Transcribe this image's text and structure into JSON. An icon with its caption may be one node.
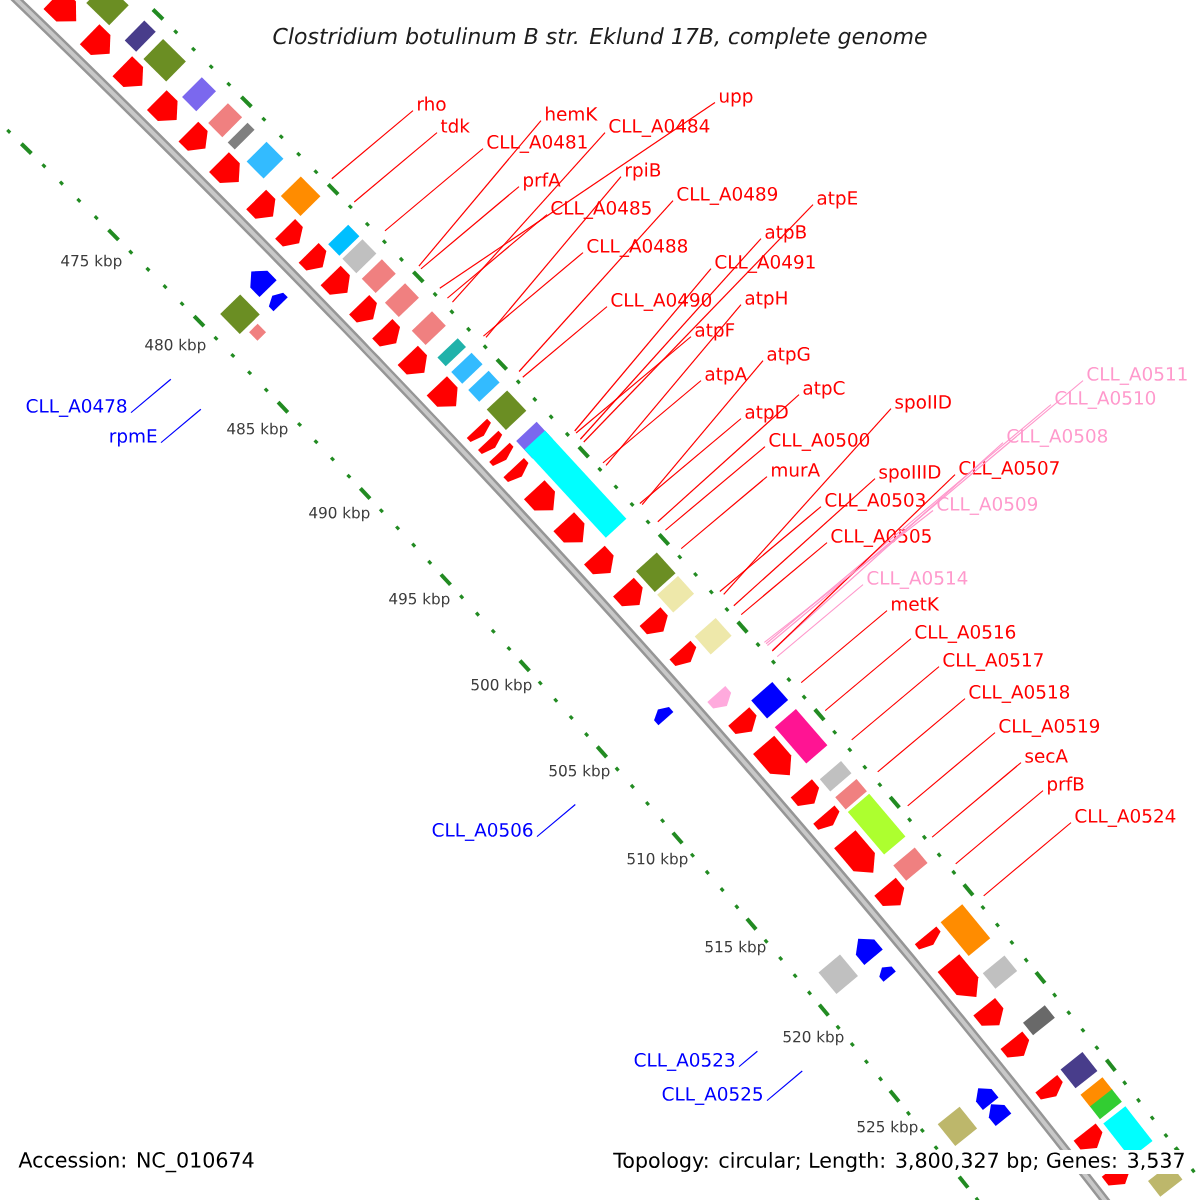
{
  "diagram": {
    "title": "Clostridium botulinum B str. Eklund 17B, complete genome",
    "nodes": [
      {
        "text": [
          "upp"
        ]
      },
      {
        "text": [
          "rho"
        ]
      },
      {
        "text": [
          "hemK"
        ]
      },
      {
        "text": [
          "tdk"
        ]
      },
      {
        "text": [
          "CLL_A0484"
        ]
      },
      {
        "text": [
          "CLL_A0481"
        ]
      },
      {
        "text": [
          "rpiB"
        ]
      },
      {
        "text": [
          "prfA"
        ]
      },
      {
        "text": [
          "CLL_A0489"
        ]
      },
      {
        "text": [
          "atpE"
        ]
      },
      {
        "text": [
          "CLL_A0485"
        ]
      },
      {
        "text": [
          "atpB"
        ]
      },
      {
        "text": [
          "CLL_A0488"
        ]
      },
      {
        "text": [
          "CLL_A0491"
        ]
      },
      {
        "text": [
          "atpH"
        ]
      },
      {
        "text": [
          "CLL_A0490"
        ]
      },
      {
        "text": [
          "atpF"
        ]
      },
      {
        "text": [
          "atpG"
        ]
      },
      {
        "text": [
          "CLL_A0511"
        ]
      },
      {
        "text": [
          "atpA"
        ]
      },
      {
        "text": [
          "atpC"
        ]
      },
      {
        "text": [
          "CLL_A0510"
        ]
      },
      {
        "text": [
          "spoIID"
        ]
      },
      {
        "text": [
          "CLL_A0478"
        ]
      },
      {
        "text": [
          "atpD"
        ]
      },
      {
        "text": [
          "CLL_A0508"
        ]
      },
      {
        "text": [
          "rpmE"
        ]
      },
      {
        "text": [
          "CLL_A0500"
        ]
      },
      {
        "text": [
          "CLL_A0507"
        ]
      },
      {
        "text": [
          "murA"
        ]
      },
      {
        "text": [
          "spoIIID"
        ]
      },
      {
        "text": [
          "CLL_A0503"
        ]
      },
      {
        "text": [
          "CLL_A0509"
        ]
      },
      {
        "text": [
          "CLL_A0505"
        ]
      },
      {
        "text": [
          "CLL_A0514"
        ]
      },
      {
        "text": [
          "metK"
        ]
      },
      {
        "text": [
          "CLL_A0516"
        ]
      },
      {
        "text": [
          "CLL_A0517"
        ]
      },
      {
        "text": [
          "CLL_A0518"
        ]
      },
      {
        "text": [
          "CLL_A0519"
        ]
      },
      {
        "text": [
          "secA"
        ]
      },
      {
        "text": [
          "prfB"
        ]
      },
      {
        "text": [
          "CLL_A0524"
        ]
      },
      {
        "text": [
          "CLL_A0506"
        ]
      },
      {
        "text": [
          "CLL_A0523"
        ]
      },
      {
        "text": [
          "CLL_A0525"
        ]
      }
    ],
    "edges": [
      {
        "from": 0,
        "to": null,
        "arrow": "none"
      },
      {
        "from": 1,
        "to": null,
        "arrow": "none"
      },
      {
        "from": 2,
        "to": null,
        "arrow": "none"
      },
      {
        "from": 3,
        "to": null,
        "arrow": "none"
      },
      {
        "from": 4,
        "to": null,
        "arrow": "none"
      },
      {
        "from": 5,
        "to": null,
        "arrow": "none"
      },
      {
        "from": 6,
        "to": null,
        "arrow": "none"
      },
      {
        "from": 7,
        "to": null,
        "arrow": "none"
      },
      {
        "from": 8,
        "to": null,
        "arrow": "none"
      },
      {
        "from": 9,
        "to": null,
        "arrow": "none"
      },
      {
        "from": 10,
        "to": null,
        "arrow": "none"
      },
      {
        "from": 11,
        "to": null,
        "arrow": "none"
      },
      {
        "from": 12,
        "to": null,
        "arrow": "none"
      },
      {
        "from": 13,
        "to": null,
        "arrow": "none"
      },
      {
        "from": 14,
        "to": null,
        "arrow": "none"
      },
      {
        "from": 15,
        "to": null,
        "arrow": "none"
      },
      {
        "from": 16,
        "to": null,
        "arrow": "none"
      },
      {
        "from": 17,
        "to": null,
        "arrow": "none"
      },
      {
        "from": 18,
        "to": null,
        "arrow": "none",
        "color": "#ff99cc"
      },
      {
        "from": 19,
        "to": null,
        "arrow": "none"
      },
      {
        "from": 20,
        "to": null,
        "arrow": "none"
      },
      {
        "from": 21,
        "to": null,
        "arrow": "none",
        "color": "#ff99cc"
      },
      {
        "from": 22,
        "to": null,
        "arrow": "none"
      },
      {
        "from": 23,
        "to": null,
        "arrow": "none",
        "color": "#0000ff"
      },
      {
        "from": 24,
        "to": null,
        "arrow": "none"
      },
      {
        "from": 25,
        "to": null,
        "arrow": "none",
        "color": "#ff99cc"
      },
      {
        "from": 26,
        "to": null,
        "arrow": "none",
        "color": "#0000ff"
      },
      {
        "from": 27,
        "to": null,
        "arrow": "none"
      },
      {
        "from": 28,
        "to": null,
        "arrow": "none"
      },
      {
        "from": 29,
        "to": null,
        "arrow": "none"
      },
      {
        "from": 30,
        "to": null,
        "arrow": "none"
      },
      {
        "from": 31,
        "to": null,
        "arrow": "none"
      },
      {
        "from": 32,
        "to": null,
        "arrow": "none",
        "color": "#ff99cc"
      },
      {
        "from": 33,
        "to": null,
        "arrow": "none"
      },
      {
        "from": 34,
        "to": null,
        "arrow": "none",
        "color": "#ff99cc"
      },
      {
        "from": 35,
        "to": null,
        "arrow": "none"
      },
      {
        "from": 36,
        "to": null,
        "arrow": "none"
      },
      {
        "from": 37,
        "to": null,
        "arrow": "none"
      },
      {
        "from": 38,
        "to": null,
        "arrow": "none"
      },
      {
        "from": 39,
        "to": null,
        "arrow": "none"
      },
      {
        "from": 40,
        "to": null,
        "arrow": "none"
      },
      {
        "from": 41,
        "to": null,
        "arrow": "none"
      },
      {
        "from": 42,
        "to": null,
        "arrow": "none"
      },
      {
        "from": 43,
        "to": null,
        "arrow": "none",
        "color": "#0000ff"
      },
      {
        "from": 44,
        "to": null,
        "arrow": "none",
        "color": "#0000ff"
      },
      {
        "from": 45,
        "to": null,
        "arrow": "none",
        "color": "#0000ff"
      }
    ],
    "labels": [
      "475 kbp",
      "480 kbp",
      "485 kbp",
      "490 kbp",
      "495 kbp",
      "500 kbp",
      "505 kbp",
      "510 kbp",
      "515 kbp",
      "520 kbp",
      "525 kbp",
      "Accession: NC_010674",
      "Topology: circular; Length: 3,800,327 bp; Genes: 3,537"
    ]
  }
}
